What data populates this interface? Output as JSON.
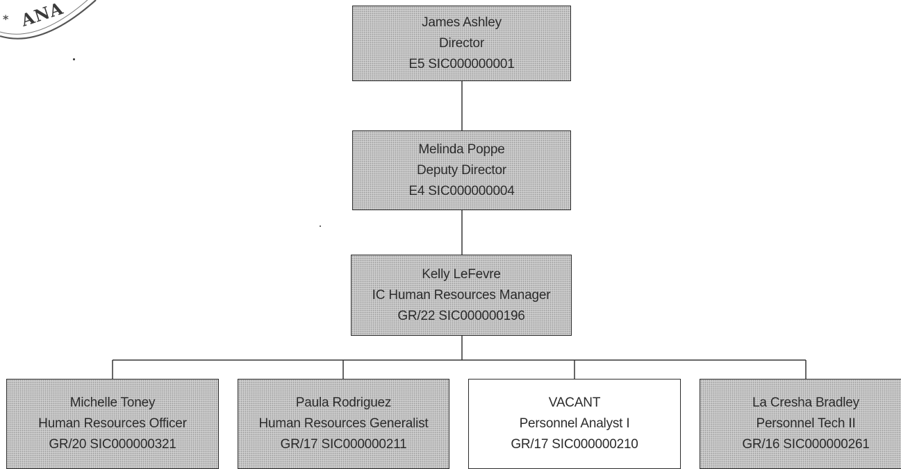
{
  "stamp_text": "ANA",
  "chart": {
    "director": {
      "name": "James Ashley",
      "title": "Director",
      "code": "E5 SIC000000001"
    },
    "deputy": {
      "name": "Melinda Poppe",
      "title": "Deputy Director",
      "code": "E4  SIC000000004"
    },
    "manager": {
      "name": "Kelly LeFevre",
      "title": "IC Human Resources Manager",
      "code": "GR/22  SIC000000196"
    },
    "reports": [
      {
        "name": "Michelle Toney",
        "title": "Human Resources Officer",
        "code": "GR/20 SIC000000321",
        "shaded": true
      },
      {
        "name": "Paula Rodriguez",
        "title": "Human Resources Generalist",
        "code": "GR/17  SIC000000211",
        "shaded": true
      },
      {
        "name": "VACANT",
        "title": "Personnel Analyst I",
        "code": "GR/17  SIC000000210",
        "shaded": false
      },
      {
        "name": "La Cresha Bradley",
        "title": "Personnel Tech II",
        "code": "GR/16  SIC000000261",
        "shaded": true
      }
    ]
  }
}
